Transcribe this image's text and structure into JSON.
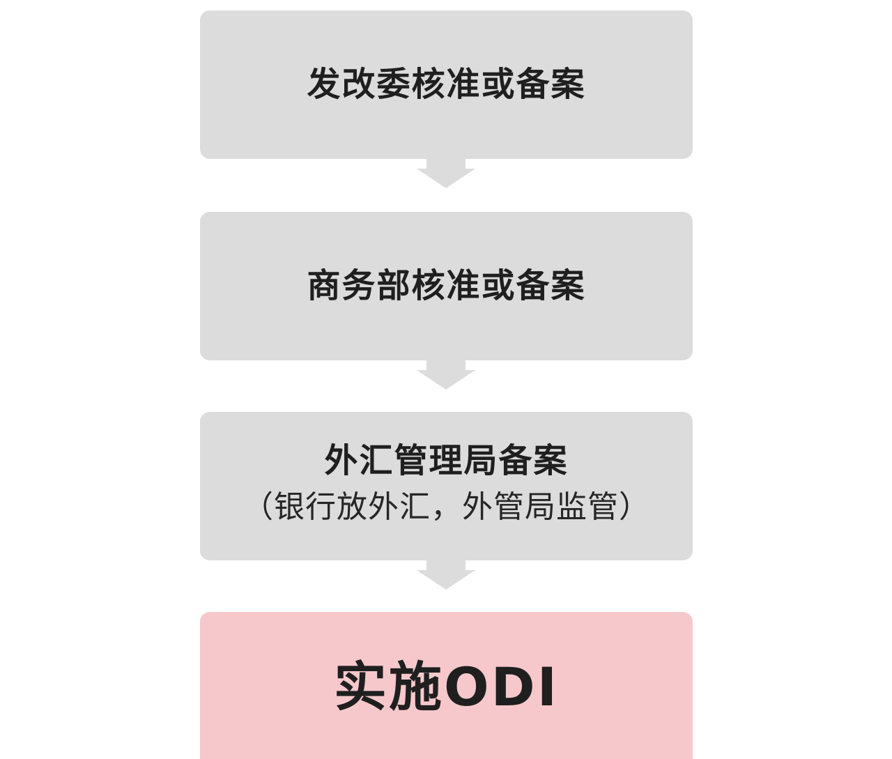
{
  "steps": [
    {
      "title": "发改委核准或备案",
      "note": ""
    },
    {
      "title": "商务部核准或备案",
      "note": ""
    },
    {
      "title": "外汇管理局备案",
      "note": "（银行放外汇，外管局监管）"
    },
    {
      "title": "实施ODI",
      "note": ""
    }
  ],
  "colors": {
    "step_box": "#dcdcdc",
    "final_box": "#f6c8cc",
    "arrow": "#dcdcdc",
    "text": "#1f1f1f"
  }
}
